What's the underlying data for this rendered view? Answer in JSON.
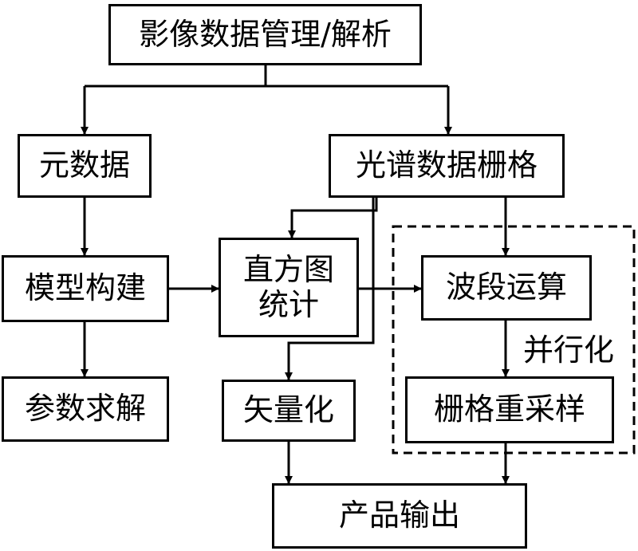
{
  "nodes": {
    "image_mgmt": "影像数据管理/解析",
    "metadata": "元数据",
    "spectral_grid": "光谱数据栅格",
    "model_build": "模型构建",
    "histogram_l1": "直方图",
    "histogram_l2": "统计",
    "band_calc": "波段运算",
    "param_solve": "参数求解",
    "vectorize": "矢量化",
    "resample": "栅格重采样",
    "output": "产品输出"
  },
  "labels": {
    "parallel": "并行化"
  }
}
